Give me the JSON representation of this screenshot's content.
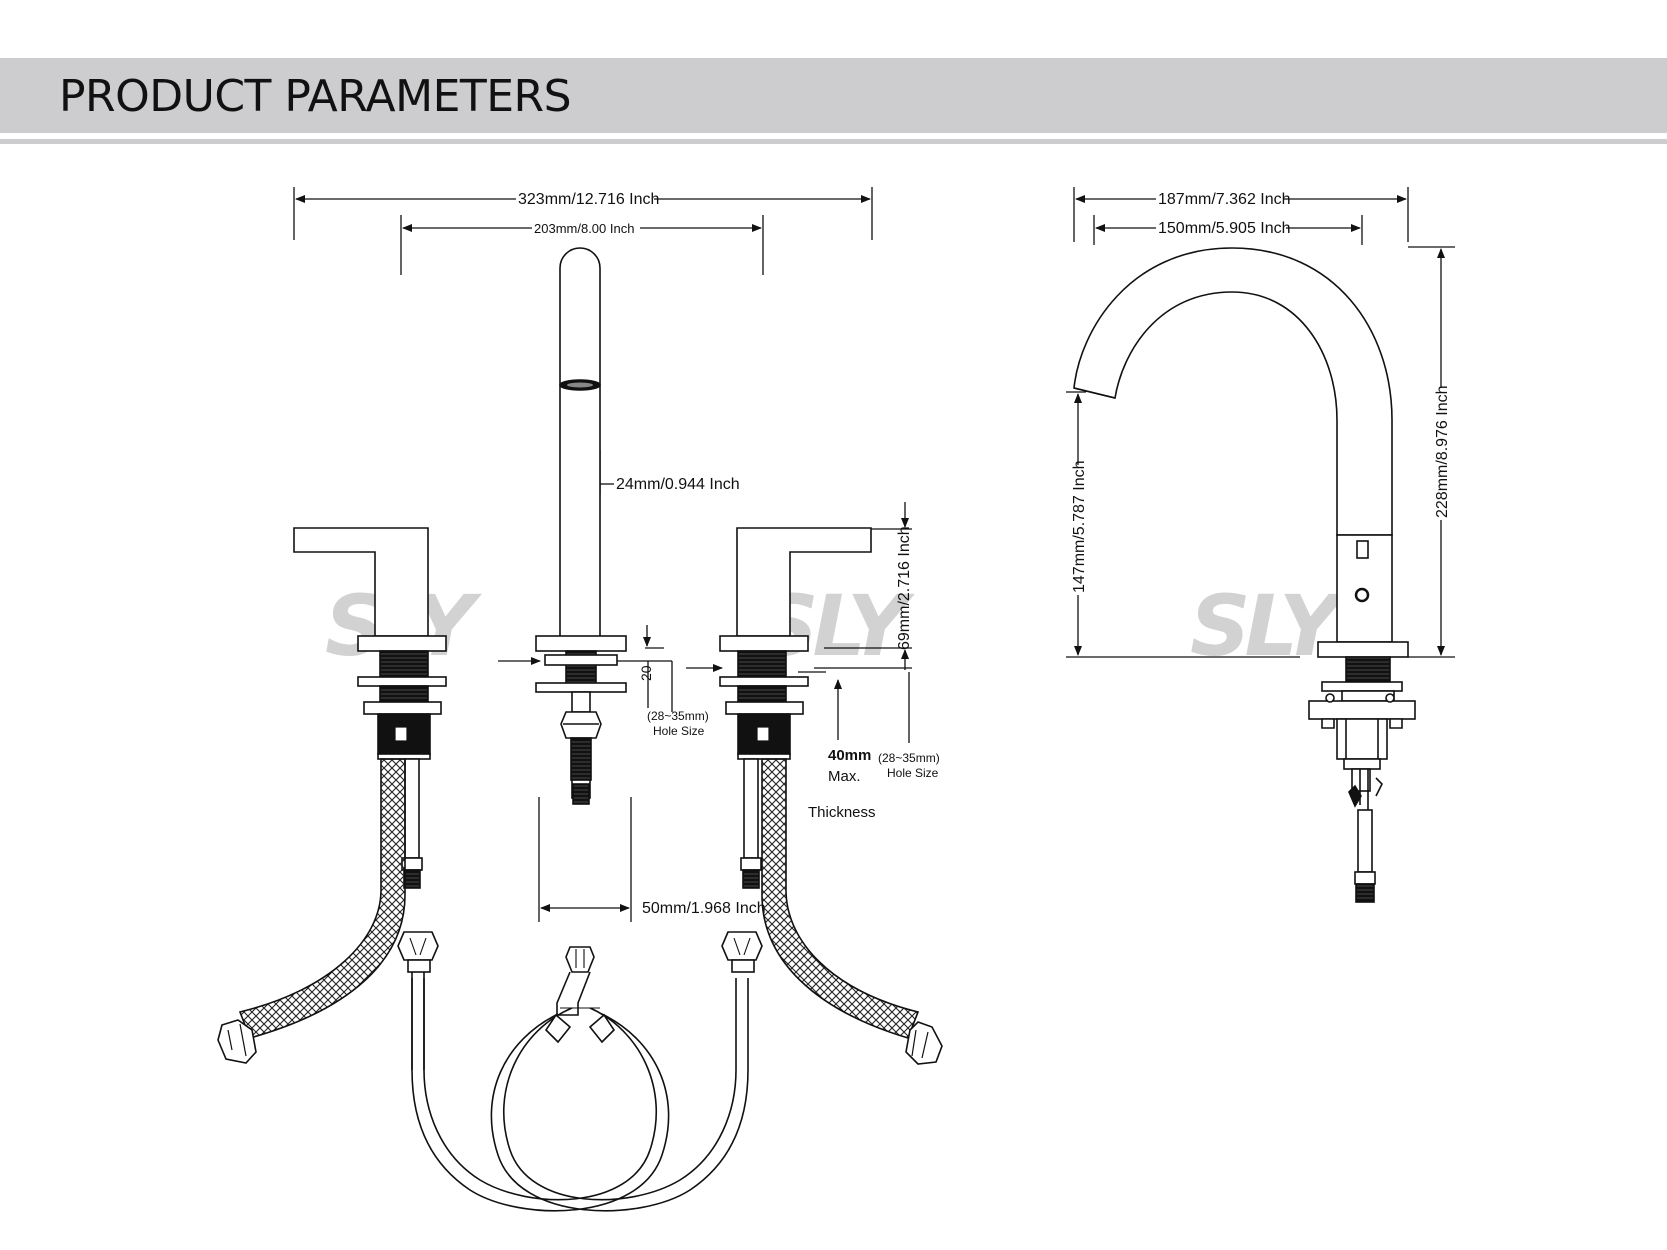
{
  "header": {
    "title": "PRODUCT PARAMETERS",
    "band_color": "#cdcdcf"
  },
  "watermark": {
    "text": "SLY"
  },
  "front_view": {
    "overall_width": "323mm/12.716 Inch",
    "center_spread": "203mm/8.00 Inch",
    "spout_diameter": "24mm/0.944 Inch",
    "handle_height": "69mm/2.716 Inch",
    "nut_gap": "20",
    "hole_size_center_range": "(28~35mm)",
    "hole_size_center_label": "Hole Size",
    "max_thickness_value": "40mm",
    "max_thickness_max": "Max.",
    "max_thickness_label": "Thickness",
    "hole_size_side_range": "(28~35mm)",
    "hole_size_side_label": "Hole Size",
    "shank_length": "50mm/1.968 Inch"
  },
  "side_view": {
    "total_depth": "187mm/7.362 Inch",
    "spout_reach": "150mm/5.905 Inch",
    "total_height": "228mm/8.976 Inch",
    "spout_height": "147mm/5.787 Inch"
  }
}
